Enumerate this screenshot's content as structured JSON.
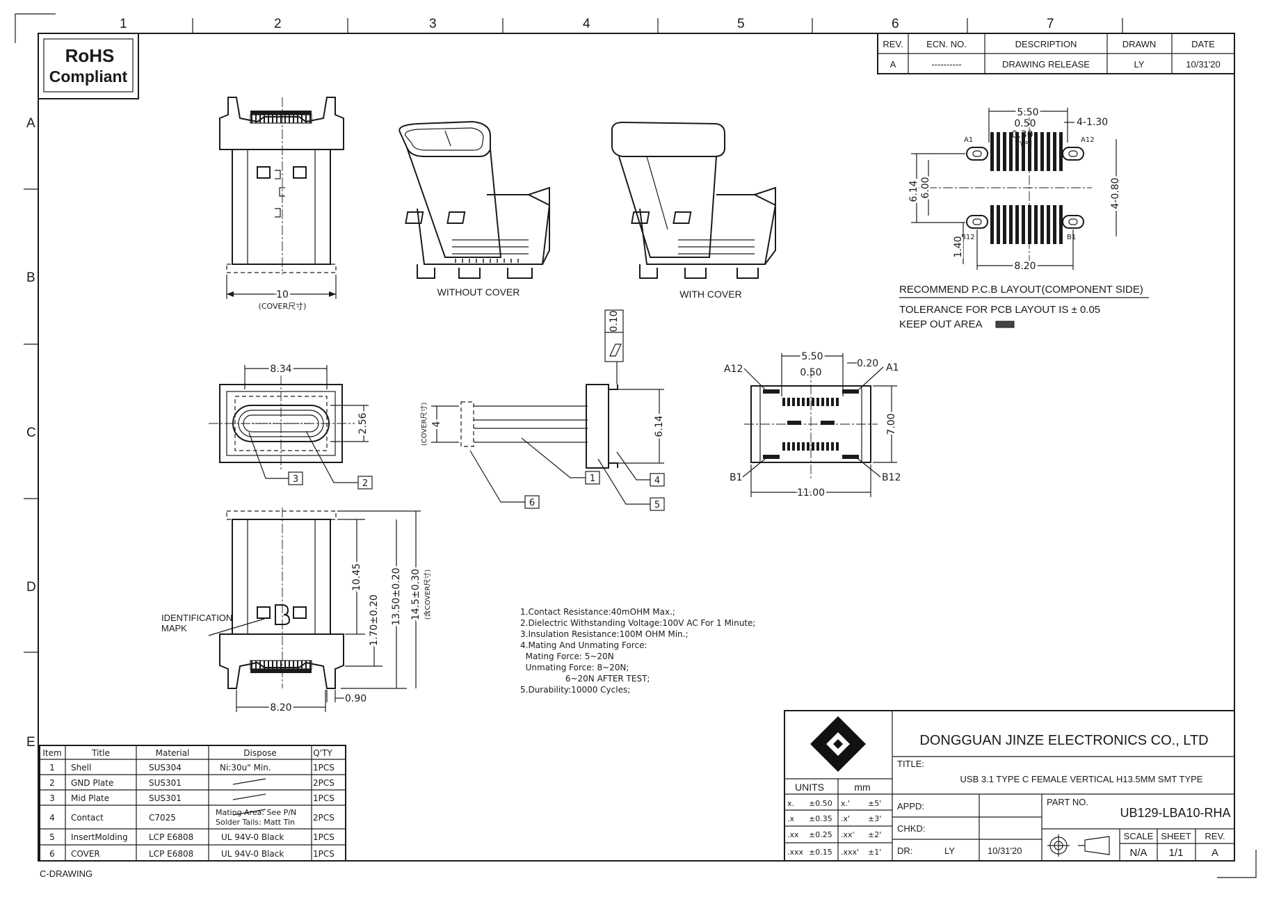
{
  "border": {
    "col_numbers": [
      "1",
      "2",
      "3",
      "4",
      "5",
      "6",
      "7"
    ],
    "row_letters": [
      "A",
      "B",
      "C",
      "D",
      "E"
    ]
  },
  "rohs": {
    "line1": "RoHS",
    "line2": "Compliant"
  },
  "revision_block": {
    "headers": [
      "REV.",
      "ECN. NO.",
      "DESCRIPTION",
      "DRAWN",
      "DATE"
    ],
    "row": [
      "A",
      "----------",
      "DRAWING RELEASE",
      "LY",
      "10/31'20"
    ]
  },
  "views": {
    "front_top": {
      "dim_width": "10",
      "dim_note": "(COVER尺寸)"
    },
    "iso_without": {
      "caption": "WITHOUT COVER"
    },
    "iso_with": {
      "caption": "WITH COVER"
    },
    "bottom": {
      "dim_width": "8.34",
      "dim_height": "2.56",
      "balloons": [
        "3",
        "2"
      ]
    },
    "side": {
      "dim_flat": "0.10",
      "dim_width": "6.14",
      "dim_cover": "4",
      "cover_note": "(COVER尺寸)",
      "balloons": [
        "1",
        "4",
        "5",
        "6"
      ]
    },
    "pcb_top": {
      "d1": "5.50",
      "d2": "0.50",
      "d3": "0.30",
      "d3_note": "TYPE",
      "d4": "4-1.30",
      "d5": "6.14",
      "d6": "6.00",
      "d7": "4-0.80",
      "d8": "1.40",
      "d9": "8.20",
      "pin_a1": "A1",
      "pin_a12": "A12",
      "pin_b12": "B12",
      "pin_b1": "B1"
    },
    "pcb_notes": {
      "title": "RECOMMEND P.C.B LAYOUT(COMPONENT SIDE)",
      "tolerance": "TOLERANCE FOR PCB LAYOUT IS ± 0.05",
      "keepout": "KEEP OUT AREA"
    },
    "land": {
      "d1": "5.50",
      "d2": "0.50",
      "d3": "0.20",
      "d4": "7.00",
      "d5": "11.00",
      "pin_a12": "A12",
      "pin_a1": "A1",
      "pin_b1": "B1",
      "pin_b12": "B12"
    },
    "front_bottom": {
      "d1": "10.45",
      "d2": "1.70±0.20",
      "d3": "13.50±0.20",
      "d4": "14.5±0.30",
      "d4_note": "(含COVER尺寸)",
      "d5": "8.20",
      "d6": "0.90",
      "id_mark_1": "IDENTIFICATION",
      "id_mark_2": "MAPK"
    }
  },
  "spec_notes": [
    "1.Contact Resistance:40mOHM Max.;",
    "2.Dielectric Withstanding Voltage:100V AC For 1 Minute;",
    "3.Insulation Resistance:100M OHM Min.;",
    "4.Mating And Unmating Force:",
    "  Mating Force: 5~20N",
    "  Unmating Force: 8~20N;",
    "                 6~20N AFTER TEST;",
    "5.Durability:10000 Cycles;"
  ],
  "bom": {
    "headers": [
      "Item",
      "Title",
      "Material",
      "Dispose",
      "Q'TY"
    ],
    "rows": [
      [
        "1",
        "Shell",
        "SUS304",
        "Ni:30u\" Min.",
        "1PCS"
      ],
      [
        "2",
        "GND Plate",
        "SUS301",
        "",
        "2PCS"
      ],
      [
        "3",
        "Mid Plate",
        "SUS301",
        "",
        "1PCS"
      ],
      [
        "4",
        "Contact",
        "C7025",
        "Mating Area: See P/N|Solder Tails: Matt Tin",
        "2PCS"
      ],
      [
        "5",
        "InsertMolding",
        "LCP E6808",
        "UL 94V-0 Black",
        "1PCS"
      ],
      [
        "6",
        "COVER",
        "LCP E6808",
        "UL 94V-0 Black",
        "1PCS"
      ]
    ]
  },
  "title_block": {
    "company": "DONGGUAN JINZE ELECTRONICS CO., LTD",
    "title_label": "TITLE:",
    "title": "USB 3.1 TYPE C FEMALE VERTICAL H13.5MM SMT TYPE",
    "units_label": "UNITS",
    "units_value": "mm",
    "tolerances": [
      [
        "x.",
        "±0.50",
        "x.'",
        "±5'"
      ],
      [
        ".x",
        "±0.35",
        ".x'",
        "±3'"
      ],
      [
        ".xx",
        "±0.25",
        ".xx'",
        "±2'"
      ],
      [
        ".xxx",
        "±0.15",
        ".xxx'",
        "±1'"
      ]
    ],
    "appd": "APPD:",
    "chkd": "CHKD:",
    "dr": "DR:",
    "dr_name": "LY",
    "dr_date": "10/31'20",
    "part_no_label": "PART NO.",
    "part_no": "UB129-LBA10-RHA",
    "scale_label": "SCALE",
    "sheet_label": "SHEET",
    "rev_label": "REV.",
    "scale": "N/A",
    "sheet": "1/1",
    "rev": "A"
  },
  "footer": {
    "drawing_type": "C-DRAWING"
  }
}
